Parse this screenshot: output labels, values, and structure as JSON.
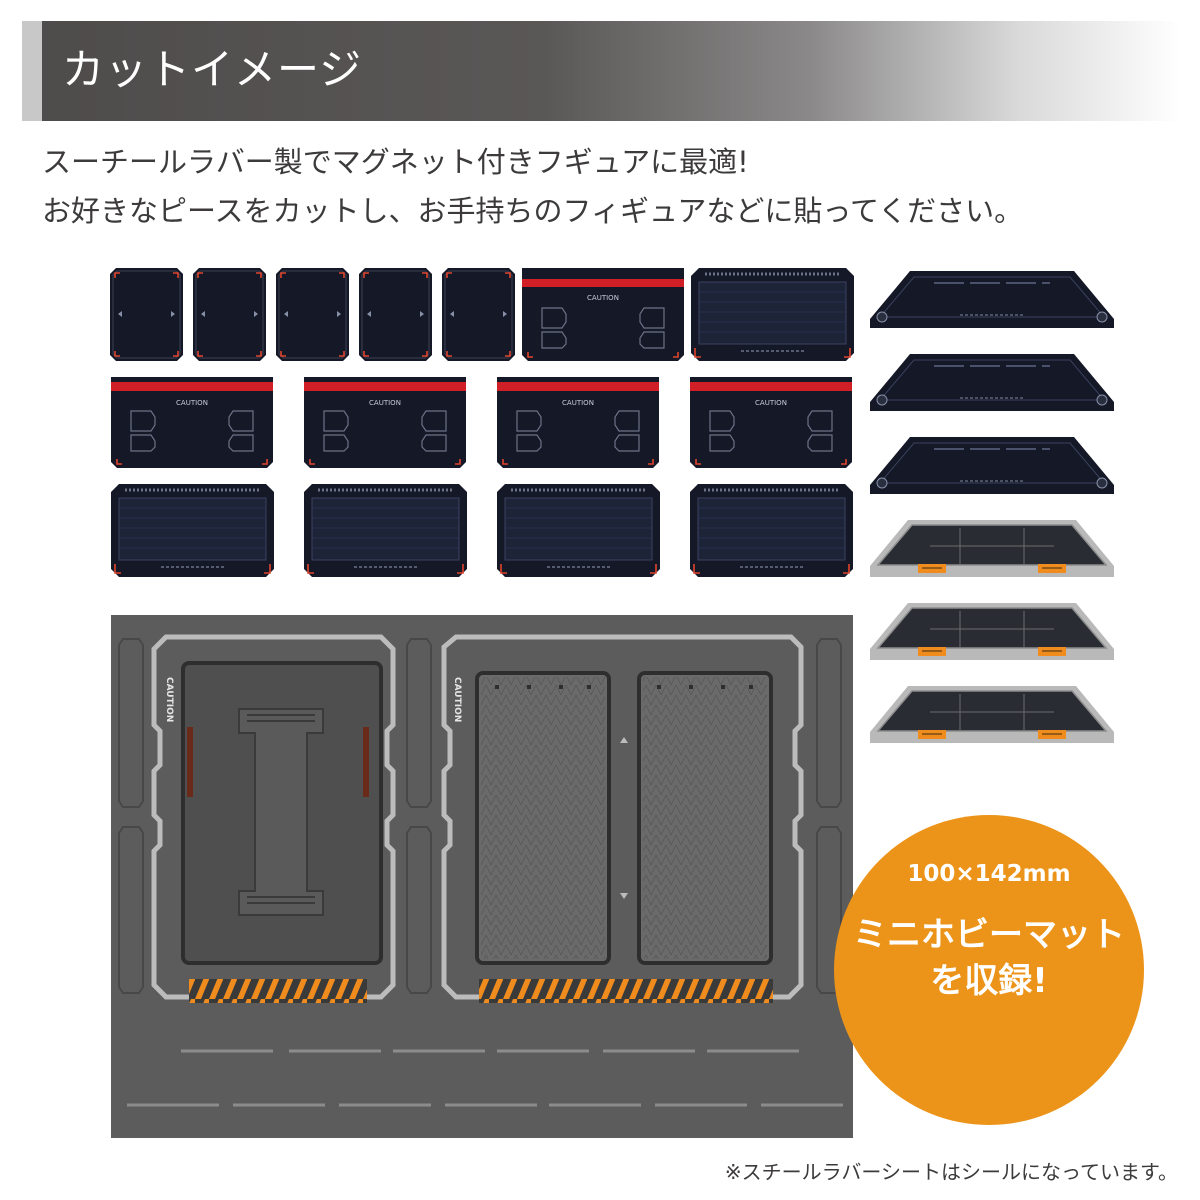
{
  "header": {
    "title": "カットイメージ"
  },
  "description": {
    "line1": "スーチールラバー製でマグネット付きフギュアに最適!",
    "line2": "お好きなピースをカットし、お手持ちのフィギュアなどに貼ってください。"
  },
  "pieces": {
    "caution_label": "CAUTION"
  },
  "mat": {
    "caution_label": "CAUTION"
  },
  "badge": {
    "size": "100×142mm",
    "line1": "ミニホビーマット",
    "line2": "を収録!"
  },
  "footnote": "※スチールラバーシートはシールになっています。",
  "colors": {
    "banner": "#4e4b4b",
    "accent_red": "#d01f26",
    "badge_orange": "#ec9419",
    "hazard_orange": "#f08c1e",
    "dark_panel": "#151826",
    "mat_gray": "#5c5c5c"
  }
}
